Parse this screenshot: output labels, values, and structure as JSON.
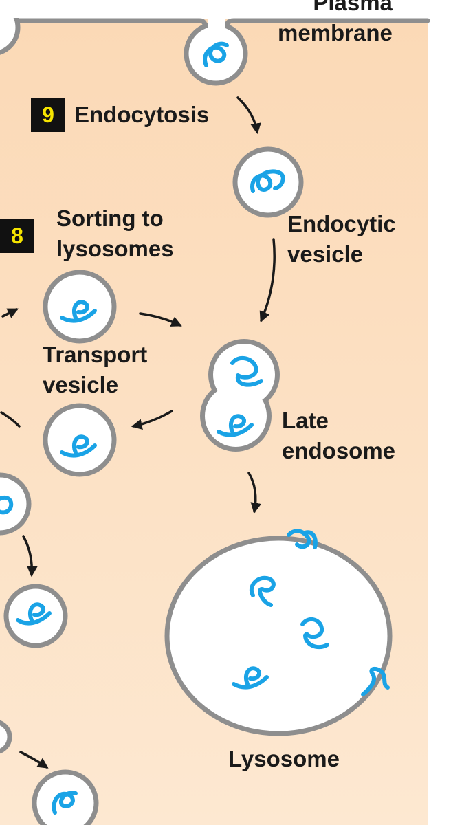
{
  "labels": {
    "plasma_membrane": [
      "Plasma",
      "membrane"
    ],
    "endocytosis": "Endocytosis",
    "sorting_to_lysosomes": [
      "Sorting to",
      "lysosomes"
    ],
    "endocytic_vesicle": [
      "Endocytic",
      "vesicle"
    ],
    "transport_vesicle": [
      "Transport",
      "vesicle"
    ],
    "late_endosome": [
      "Late",
      "endosome"
    ],
    "lysosome": "Lysosome"
  },
  "steps": {
    "endocytosis": "9",
    "sorting": "8"
  },
  "colors": {
    "cytoplasm": "#fbdcbc",
    "membrane": "#8e8e8e",
    "vesicle_fill": "#ffffff",
    "protein": "#1aa3e6",
    "arrow": "#1a1a1a",
    "step_box": "#111111",
    "step_text": "#f5e400"
  }
}
